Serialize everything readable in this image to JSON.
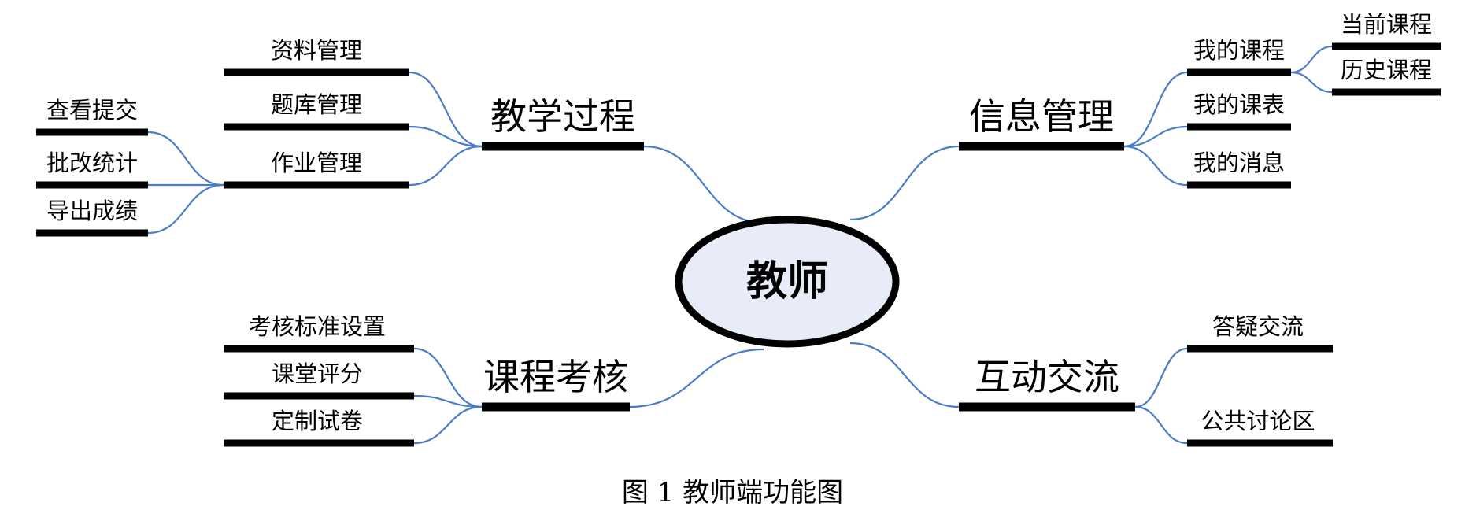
{
  "center": {
    "label": "教师",
    "fill": "#e8ecf8",
    "stroke": "#000000"
  },
  "branches": [
    {
      "id": "teaching",
      "label": "教学过程",
      "children": [
        {
          "label": "资料管理",
          "children": []
        },
        {
          "label": "题库管理",
          "children": []
        },
        {
          "label": "作业管理",
          "children": [
            {
              "label": "查看提交"
            },
            {
              "label": "批改统计"
            },
            {
              "label": "导出成绩"
            }
          ]
        }
      ]
    },
    {
      "id": "info",
      "label": "信息管理",
      "children": [
        {
          "label": "我的课程",
          "children": [
            {
              "label": "当前课程"
            },
            {
              "label": "历史课程"
            }
          ]
        },
        {
          "label": "我的课表",
          "children": []
        },
        {
          "label": "我的消息",
          "children": []
        }
      ]
    },
    {
      "id": "assessment",
      "label": "课程考核",
      "children": [
        {
          "label": "考核标准设置",
          "children": []
        },
        {
          "label": "课堂评分",
          "children": []
        },
        {
          "label": "定制试卷",
          "children": []
        }
      ]
    },
    {
      "id": "interaction",
      "label": "互动交流",
      "children": [
        {
          "label": "答疑交流",
          "children": []
        },
        {
          "label": "公共讨论区",
          "children": []
        }
      ]
    }
  ],
  "caption": "图 1  教师端功能图",
  "colors": {
    "connector": "#4a7cc9",
    "bar": "#000000"
  }
}
